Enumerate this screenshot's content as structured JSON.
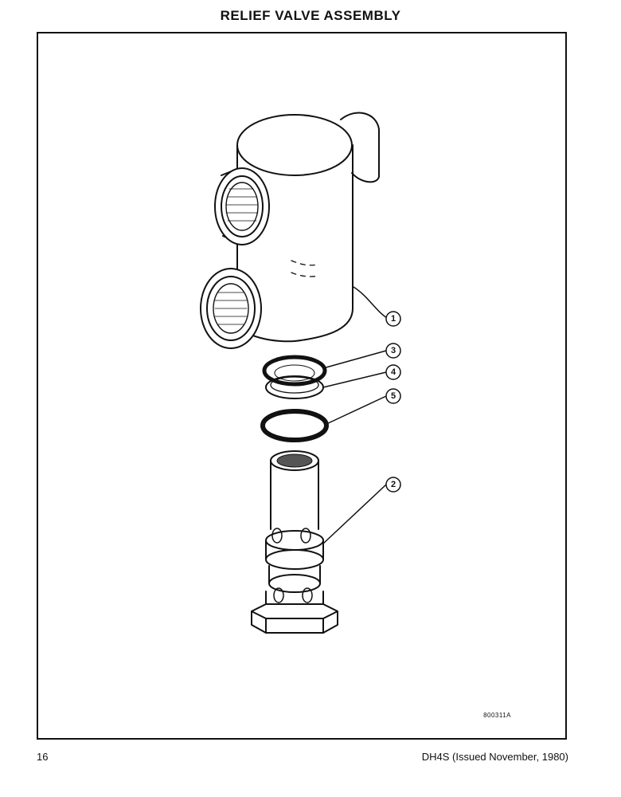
{
  "page": {
    "title": "RELIEF VALVE ASSEMBLY",
    "page_number": "16",
    "publication": "DH4S (Issued November, 1980)"
  },
  "figure": {
    "drawing_number": "800311A",
    "callouts": [
      "1",
      "2",
      "3",
      "4",
      "5"
    ]
  }
}
